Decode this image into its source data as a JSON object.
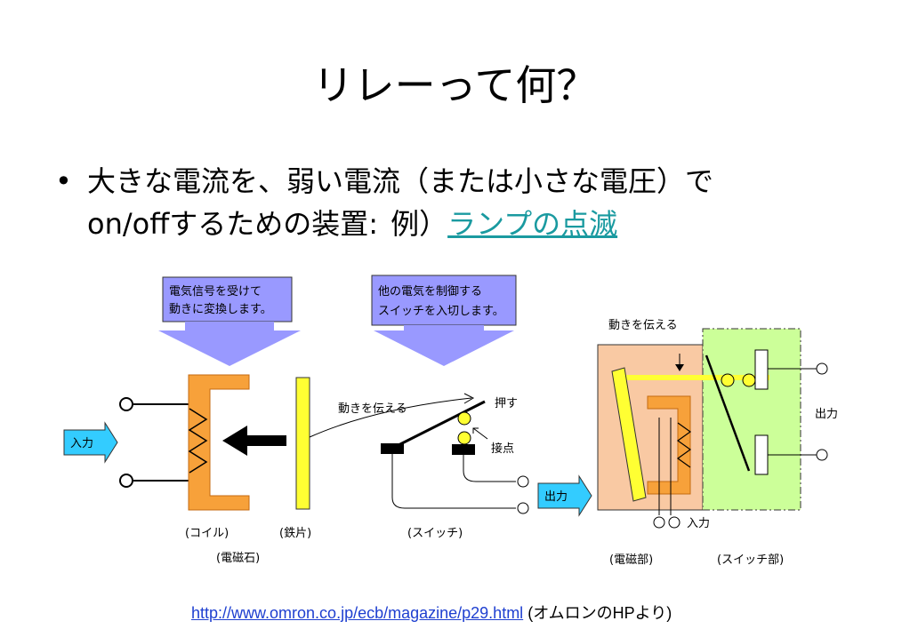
{
  "title": "リレーって何？",
  "bullet": {
    "marker": "•",
    "line1": "大きな電流を、弱い電流（または小さな電圧）で",
    "line2": "on/offするための装置:",
    "example_prefix": "例）",
    "link_text": "ランプの点滅"
  },
  "diagram": {
    "callout_left": [
      "電気信号を受けて",
      "動きに変換します。"
    ],
    "callout_right": [
      "他の電気を制御する",
      "スイッチを入切します。"
    ],
    "input_tag": "入力",
    "output_tag": "出力",
    "transmit_motion": "動きを伝える",
    "push": "押す",
    "contact": "接点",
    "coil": "(コイル)",
    "iron": "(鉄片)",
    "electromagnet": "(電磁石)",
    "switch": "(スイッチ)",
    "right_transmit": "動きを伝える",
    "right_output": "出力",
    "right_input": "入力",
    "electromagnet_part": "(電磁部)",
    "switch_part": "(スイッチ部)"
  },
  "source": {
    "url": "http://www.omron.co.jp/ecb/magazine/p29.html",
    "note": "(オムロンのHPより)"
  },
  "colors": {
    "callout": "#9999ff",
    "coil": "#f7a13a",
    "iron": "#ffff33",
    "tag": "#33ccff",
    "left_panel": "#f9c9a3",
    "right_panel": "#ccff99"
  }
}
